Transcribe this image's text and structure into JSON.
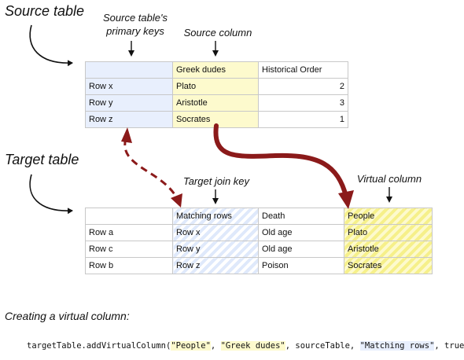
{
  "titles": {
    "source_table": "Source table",
    "target_table": "Target table",
    "creating": "Creating a virtual column:"
  },
  "annotations": {
    "primary_keys_line1": "Source table's",
    "primary_keys_line2": "primary keys",
    "source_column": "Source column",
    "target_join_key": "Target join key",
    "virtual_column": "Virtual column"
  },
  "source_table": {
    "headers": [
      "",
      "Greek dudes",
      "Historical Order"
    ],
    "rows": [
      {
        "key": "Row x",
        "name": "Plato",
        "order": "2"
      },
      {
        "key": "Row y",
        "name": "Aristotle",
        "order": "3"
      },
      {
        "key": "Row z",
        "name": "Socrates",
        "order": "1"
      }
    ]
  },
  "target_table": {
    "headers": [
      "",
      "Matching rows",
      "Death",
      "People"
    ],
    "rows": [
      {
        "key": "Row a",
        "match": "Row x",
        "death": "Old age",
        "people": "Plato"
      },
      {
        "key": "Row c",
        "match": "Row y",
        "death": "Old age",
        "people": "Aristotle"
      },
      {
        "key": "Row b",
        "match": "Row z",
        "death": "Poison",
        "people": "Socrates"
      }
    ]
  },
  "code": {
    "prefix": "targetTable.addVirtualColumn(",
    "arg1": "\"People\"",
    "sep1": ", ",
    "arg2": "\"Greek dudes\"",
    "sep2": ", sourceTable, ",
    "arg3": "\"Matching rows\"",
    "suffix": ", true);"
  },
  "colors": {
    "arrow_dark_red": "#8b1a1a",
    "key_blue": "#e8effd",
    "column_yellow": "#fdfacd"
  }
}
